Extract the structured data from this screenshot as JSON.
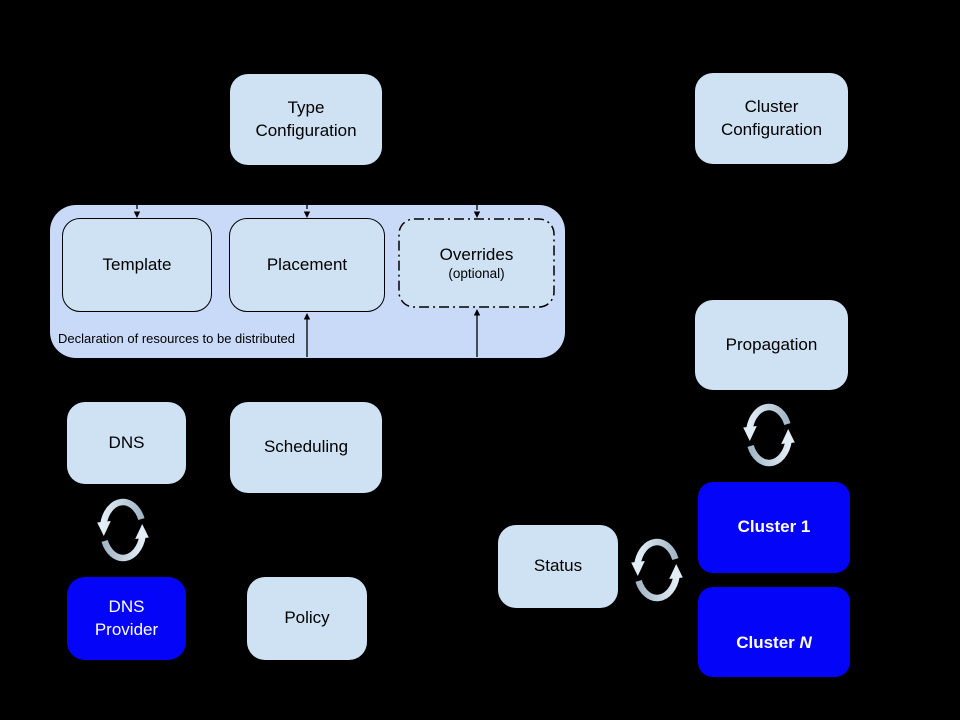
{
  "diagram": {
    "nodes": {
      "type_configuration": {
        "label": "Type\nConfiguration"
      },
      "cluster_configuration": {
        "label": "Cluster\nConfiguration"
      },
      "template": {
        "label": "Template"
      },
      "placement": {
        "label": "Placement"
      },
      "overrides": {
        "label": "Overrides",
        "sublabel": "(optional)"
      },
      "declaration_container": {
        "caption": "Declaration of resources to be distributed"
      },
      "dns": {
        "label": "DNS"
      },
      "scheduling": {
        "label": "Scheduling"
      },
      "dns_provider": {
        "label": "DNS\nProvider"
      },
      "policy": {
        "label": "Policy"
      },
      "propagation": {
        "label": "Propagation"
      },
      "status": {
        "label": "Status"
      },
      "cluster_1": {
        "label": "Cluster 1"
      },
      "cluster_n": {
        "prefix": "Cluster ",
        "suffix": "N"
      }
    },
    "icons": {
      "sync": "sync-arrows-icon"
    },
    "colors": {
      "background": "#000000",
      "box_light": "#cfe2f3",
      "container_fill": "#c9daf8",
      "accent_blue": "#0404f8",
      "border": "#000000",
      "text_dark": "#000000",
      "text_light": "#ffffff",
      "sync_icon_light": "#e2edf6",
      "sync_icon_dark": "#a4b7c7"
    }
  }
}
